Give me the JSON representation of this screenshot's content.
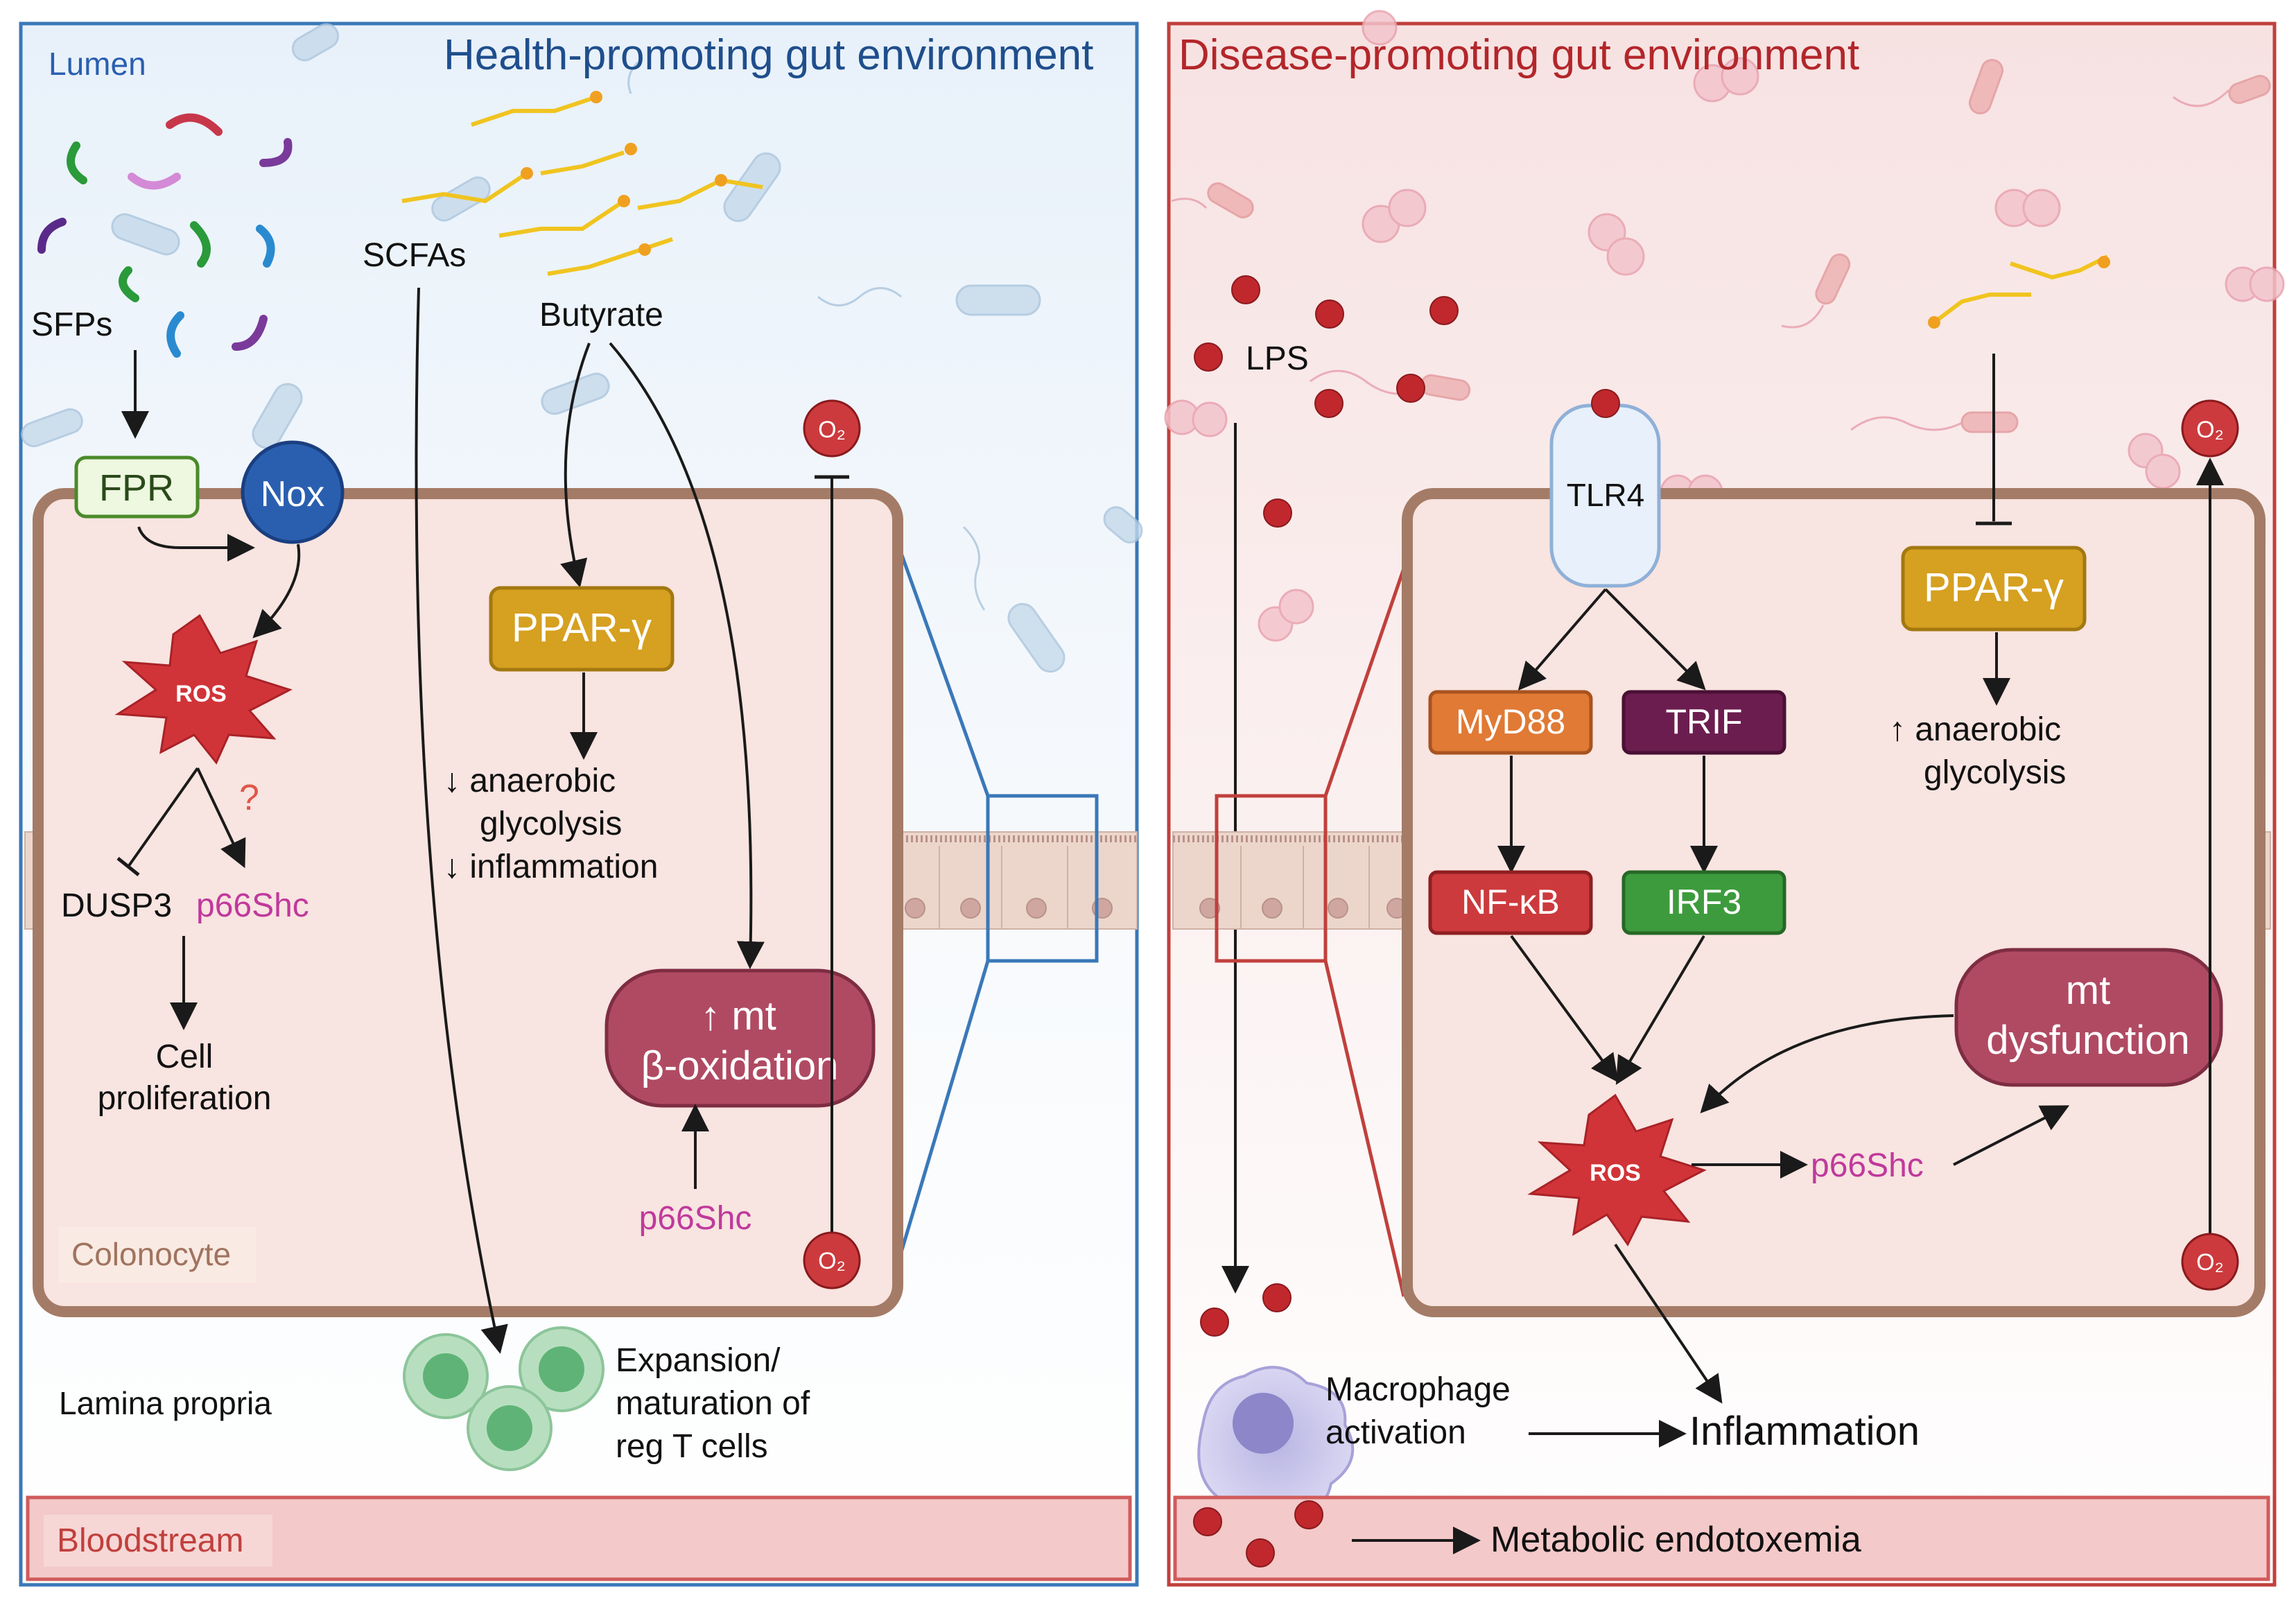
{
  "left_panel": {
    "title": "Health-promoting gut environment",
    "lumen_label": "Lumen",
    "colonocyte_label": "Colonocyte",
    "lamina_propria_label": "Lamina propria",
    "bloodstream_label": "Bloodstream",
    "sfps_label": "SFPs",
    "fpr_label": "FPR",
    "nox_label": "Nox",
    "ros_label": "ROS",
    "question_mark": "?",
    "dusp3_label": "DUSP3",
    "p66shc_label": "p66Shc",
    "cell_prolif_line1": "Cell",
    "cell_prolif_line2": "proliferation",
    "scfas_label": "SCFAs",
    "butyrate_label": "Butyrate",
    "ppar_label": "PPAR-γ",
    "ppar_effect_line1": "↓ anaerobic",
    "ppar_effect_line2": "glycolysis",
    "ppar_effect_line3": "↓ inflammation",
    "mt_line1": "↑ mt",
    "mt_line2": "β-oxidation",
    "p66shc_bottom_label": "p66Shc",
    "o2_top": "O₂",
    "o2_bottom": "O₂",
    "treg_line1": "Expansion/",
    "treg_line2": "maturation of",
    "treg_line3": "reg T cells"
  },
  "right_panel": {
    "title": "Disease-promoting gut environment",
    "lps_label": "LPS",
    "tlr4_label": "TLR4",
    "myd88_label": "MyD88",
    "trif_label": "TRIF",
    "nfkb_label": "NF-κB",
    "irf3_label": "IRF3",
    "ros_label": "ROS",
    "p66shc_label": "p66Shc",
    "mt_line1": "mt",
    "mt_line2": "dysfunction",
    "ppar_label": "PPAR-γ",
    "ppar_effect_line1": "↑ anaerobic",
    "ppar_effect_line2": "glycolysis",
    "o2_top": "O₂",
    "o2_bottom": "O₂",
    "macrophage_line1": "Macrophage",
    "macrophage_line2": "activation",
    "inflammation_label": "Inflammation",
    "endotoxemia_label": "Metabolic endotoxemia"
  },
  "colors": {
    "left_border": "#3a78b8",
    "right_border": "#c0403c",
    "title_left": "#1f4e8c",
    "title_right": "#b3262a",
    "ppar": "#d6a020",
    "mt": "#b04a63",
    "myd88": "#e07a35",
    "trif": "#6b1d4f",
    "nfkb": "#cc3a3d",
    "irf3": "#3d9b3d",
    "nox": "#2a5fb0",
    "fpr": "#eef7df",
    "magenta_text": "#c0399c",
    "ros": "#d13438"
  }
}
